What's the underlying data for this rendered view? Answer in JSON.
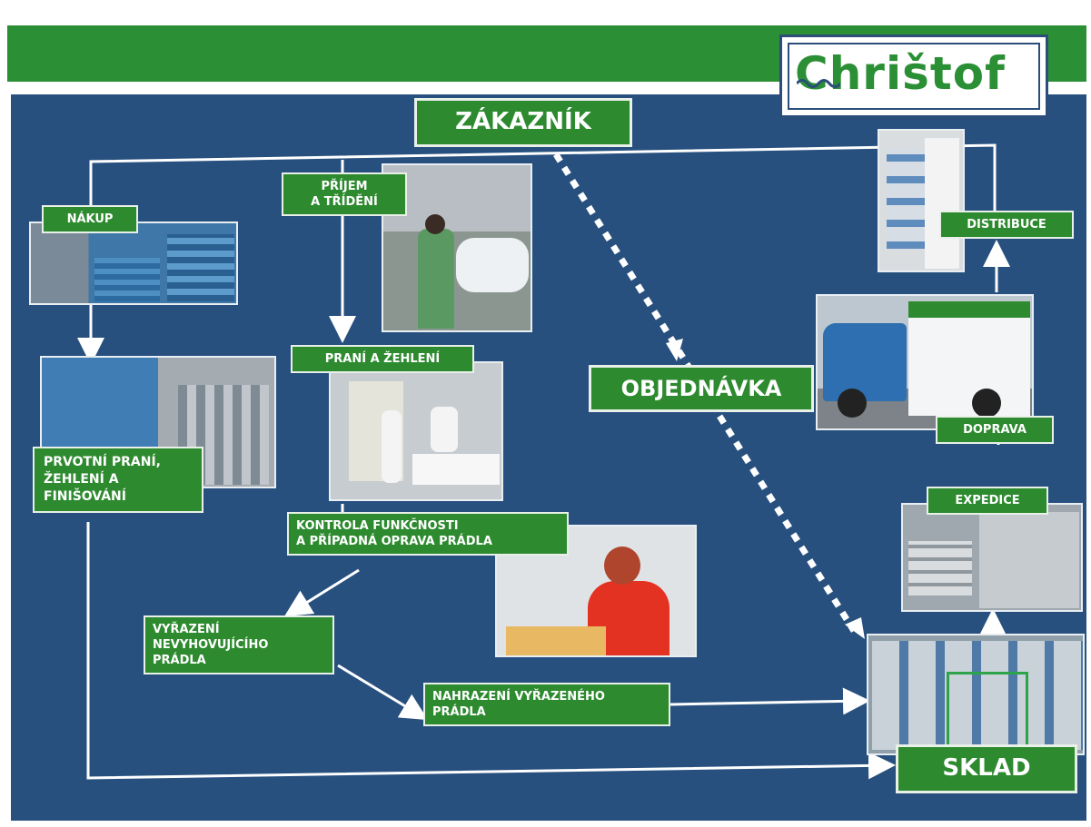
{
  "logo": {
    "text": "Chrištof"
  },
  "labels": {
    "zakaznik": "ZÁKAZNÍK",
    "nakup": "NÁKUP",
    "prijem_line1": "PŘÍJEM",
    "prijem_line2": "A TŘÍDĚNÍ",
    "distribuce": "DISTRIBUCE",
    "prani": "PRANÍ A ŽEHLENÍ",
    "objednavka": "OBJEDNÁVKA",
    "doprava": "DOPRAVA",
    "prvotni_line1": "PRVOTNÍ PRANÍ,",
    "prvotni_line2": "ŽEHLENÍ A",
    "prvotni_line3": "FINIŠOVÁNÍ",
    "expedice": "EXPEDICE",
    "kontrola_line1": "KONTROLA FUNKČNOSTI",
    "kontrola_line2": "A PŘÍPADNÁ OPRAVA PRÁDLA",
    "vyrazeni_line1": "VYŘAZENÍ",
    "vyrazeni_line2": "NEVYHOVUJÍCÍHO",
    "vyrazeni_line3": "PRÁDLA",
    "nahrazeni_line1": "NAHRAZENÍ VYŘAZENÉHO",
    "nahrazeni_line2": "PRÁDLA",
    "sklad": "SKLAD"
  },
  "colors": {
    "green": "#2d8a2f",
    "blue": "#27507f",
    "line": "#ffffff"
  },
  "photos": [
    "nakup-photo",
    "prijem-photo",
    "distribuce-photo",
    "prvotni-photo",
    "prani-photo",
    "truck-photo",
    "expedice-photo",
    "oprava-photo",
    "sklad-photo"
  ]
}
